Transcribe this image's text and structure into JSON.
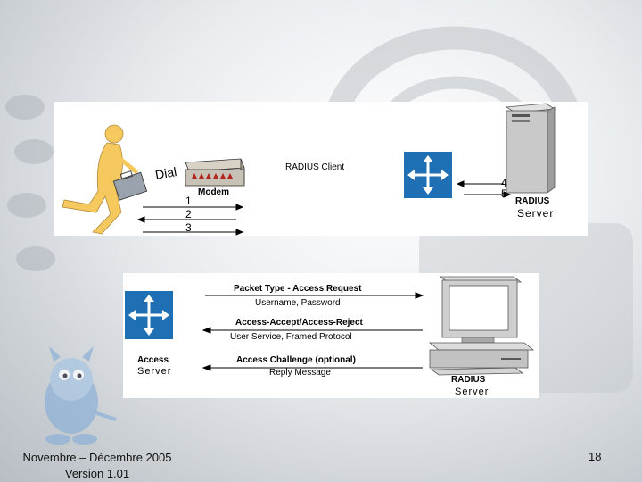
{
  "top_diagram": {
    "dial_label": "Dial",
    "modem_label": "Modem",
    "radius_client_label": "RADIUS Client",
    "left_steps": [
      "1",
      "2",
      "3"
    ],
    "right_steps": [
      "4",
      "5"
    ],
    "server_name": "RADIUS",
    "server_suffix": "Server"
  },
  "bottom_diagram": {
    "messages": [
      {
        "title": "Packet Type - Access Request",
        "detail": "Username, Password",
        "direction": "right"
      },
      {
        "title": "Access-Accept/Access-Reject",
        "detail": "User Service, Framed Protocol",
        "direction": "left"
      },
      {
        "title": "Access Challenge (optional)",
        "detail": "Reply Message",
        "direction": "left"
      }
    ],
    "access_server_line1": "Access",
    "access_server_line2": "Server",
    "radius_server_line1": "RADIUS",
    "radius_server_line2": "Server"
  },
  "footer": {
    "date_line": "Novembre – Décembre 2005",
    "version_line": "Version 1.01",
    "page_number": "18"
  },
  "colors": {
    "router_blue": "#1f6fb5",
    "figure_yellow": "#f6c95e"
  }
}
